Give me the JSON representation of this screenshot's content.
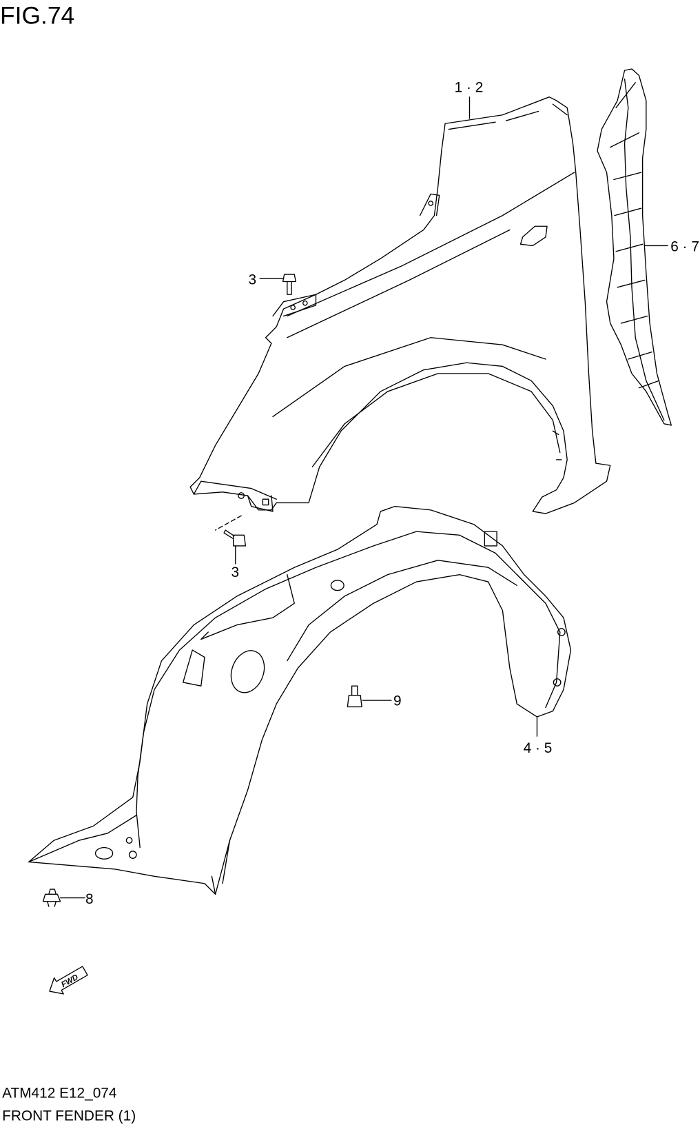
{
  "figure": {
    "title": "FIG.74",
    "code": "ATM412 E12_074",
    "name": "FRONT FENDER (1)"
  },
  "callouts": [
    {
      "label": "1 · 2"
    },
    {
      "label": "6 · 7"
    },
    {
      "label": "3"
    },
    {
      "label": "3"
    },
    {
      "label": "9"
    },
    {
      "label": "4 · 5"
    },
    {
      "label": "8"
    }
  ],
  "direction_marker": {
    "label": "FWD",
    "icon": "forward-arrow-icon"
  },
  "colors": {
    "line": "#000000",
    "background": "#ffffff"
  }
}
